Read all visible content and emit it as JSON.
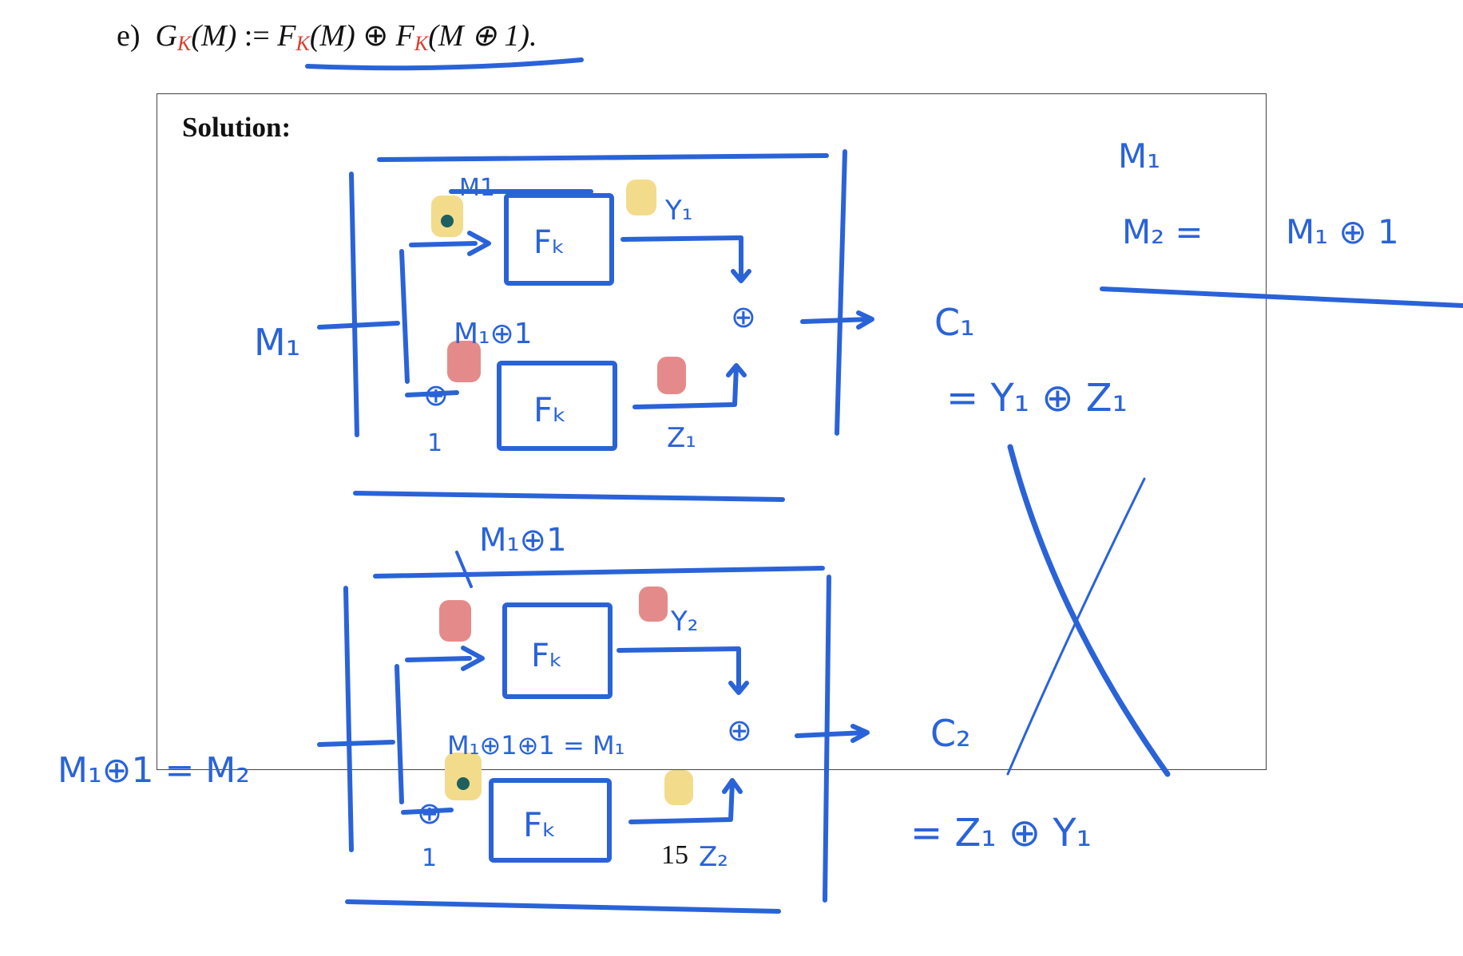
{
  "problem": {
    "label": "e)",
    "G": "G",
    "K": "K",
    "M": "(M)",
    "assign": ":=",
    "F": "F",
    "oplus": "⊕",
    "Mplus1": "(M ⊕ 1)."
  },
  "solution": {
    "title": "Solution:"
  },
  "page": {
    "number": "15"
  },
  "handwriting": {
    "block1": {
      "input": "M₁",
      "upper_label": "M1",
      "box_label": "Fₖ",
      "out_top": "Y₁",
      "lower_label": "M₁⊕1",
      "lower_box_label": "Fₖ",
      "out_bottom": "Z₁",
      "one": "1",
      "xor": "⊕",
      "output": "C₁",
      "result": "= Y₁ ⊕ Z₁"
    },
    "block2": {
      "header": "M₁⊕1",
      "input": "M₁⊕1 = M₂",
      "box_label": "Fₖ",
      "out_top": "Y₂",
      "lower_label": "M₁⊕1⊕1 = M₁",
      "lower_box_label": "Fₖ",
      "out_bottom": "Z₂",
      "one": "1",
      "xor": "⊕",
      "output": "C₂",
      "result": "= Z₁ ⊕ Y₁"
    },
    "side_note": {
      "line1": "M₁",
      "line2_left": "M₂ =",
      "line2_right": "M₁ ⊕ 1"
    }
  },
  "colors": {
    "ink": "#2a63d8",
    "yellow": "#f2dc8c",
    "red": "#e58a8a",
    "dot": "#1e5f5f"
  }
}
